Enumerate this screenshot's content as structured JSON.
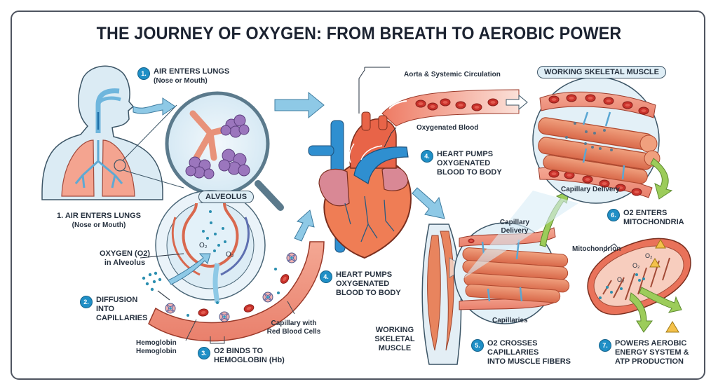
{
  "title": "THE JOURNEY OF OXYGEN: FROM BREATH TO AEROBIC POWER",
  "colors": {
    "frame": "#4f5560",
    "step_badge": "#1f8fc6",
    "arrow_blue": "#8ec9e6",
    "arrow_green": "#9ccc5a",
    "blood_red": "#d9473a",
    "vein_blue": "#2f8fd0",
    "muscle": "#e07a56",
    "alveoli_purple": "#8d6bb0",
    "body_silhouette": "#dbebf4"
  },
  "steps": [
    {
      "number": "1.",
      "lines": [
        "AIR ENTERS LUNGS",
        "(Nose or Mouth)"
      ]
    },
    {
      "number": "2.",
      "lines": [
        "DIFFUSION",
        "INTO",
        "CAPILLARIES"
      ]
    },
    {
      "number": "3.",
      "lines": [
        "O2 BINDS TO",
        "HEMOGLOBIN (Hb)"
      ]
    },
    {
      "number": "4.",
      "lines": [
        "HEART PUMPS",
        "OXYGENATED",
        "BLOOD TO BODY"
      ]
    },
    {
      "number": "4.",
      "lines": [
        "HEART PUMPS",
        "OXYGENATED",
        "BLOOD TO BODY"
      ]
    },
    {
      "number": "5.",
      "lines": [
        "O2 CROSSES",
        "CAPILLARIES",
        "INTO MUSCLE FIBERS"
      ]
    },
    {
      "number": "6.",
      "lines": [
        "O2 ENTERS",
        "MITOCHONDRIA"
      ]
    },
    {
      "number": "7.",
      "lines": [
        "POWERS AEROBIC",
        "ENERGY SYSTEM &",
        "ATP PRODUCTION"
      ]
    }
  ],
  "labels": {
    "lungs_caption": [
      "1. AIR ENTERS LUNGS",
      "(Nose or Mouth)"
    ],
    "alveolus_pill": "ALVEOLUS",
    "oxygen_in_alveolus": [
      "OXYGEN (O2)",
      "in Alveolus"
    ],
    "o2_symbol": "O₂",
    "hemoglobin": [
      "Hemoglobin",
      "Hemoglobin"
    ],
    "capillary_rbc": [
      "Capillary with",
      "Red Blood Cells"
    ],
    "aorta": "Aorta & Systemic Circulation",
    "oxygenated_blood": "Oxygenated Blood",
    "working_muscle_pill": "WORKING SKELETAL MUSCLE",
    "capillary_delivery_top": "Capillary Delivery",
    "capillary_delivery_mid": [
      "Capillary",
      "Delivery"
    ],
    "capillaries": "Capillaries",
    "working_muscle_caption": [
      "WORKING",
      "SKELETAL",
      "MUSCLE"
    ],
    "mitochondrion": "Mitochondrion"
  }
}
